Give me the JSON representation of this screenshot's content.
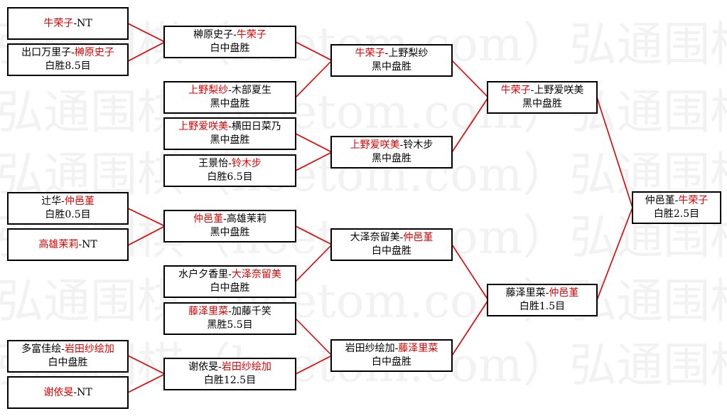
{
  "watermark": "弘通围棋（hoetom.com）弘通围棋（hoetom.com）",
  "colors": {
    "winner": "#e00000",
    "line": "#e00000",
    "text": "#000000"
  },
  "round1": [
    {
      "a": "牛荣子",
      "b": "NT",
      "winner": "a",
      "result": ""
    },
    {
      "a": "出口万里子",
      "b": "榊原史子",
      "winner": "b",
      "result": "白胜8.5目"
    },
    {
      "a": "辻华",
      "b": "仲邑堇",
      "winner": "b",
      "result": "白胜0.5目"
    },
    {
      "a": "高雄茉莉",
      "b": "NT",
      "winner": "a",
      "result": ""
    },
    {
      "a": "多富佳绘",
      "b": "岩田纱绘加",
      "winner": "b",
      "result": "白中盘胜"
    },
    {
      "a": "谢依旻",
      "b": "NT",
      "winner": "a",
      "result": ""
    }
  ],
  "round2": [
    {
      "a": "榊原史子",
      "b": "牛荣子",
      "winner": "b",
      "result": "白中盘胜"
    },
    {
      "a": "上野梨纱",
      "b": "木部夏生",
      "winner": "a",
      "result": "黑中盘胜"
    },
    {
      "a": "上野爱咲美",
      "b": "横田日菜乃",
      "winner": "a",
      "result": "黑中盘胜"
    },
    {
      "a": "王景怡",
      "b": "铃木步",
      "winner": "b",
      "result": "白胜6.5目"
    },
    {
      "a": "仲邑堇",
      "b": "高雄茉莉",
      "winner": "a",
      "result": "黑中盘胜"
    },
    {
      "a": "水户夕香里",
      "b": "大泽奈留美",
      "winner": "b",
      "result": "白中盘胜"
    },
    {
      "a": "藤泽里菜",
      "b": "加藤千笑",
      "winner": "a",
      "result": "黑胜5.5目"
    },
    {
      "a": "谢依旻",
      "b": "岩田纱绘加",
      "winner": "b",
      "result": "白胜12.5目"
    }
  ],
  "round3": [
    {
      "a": "牛荣子",
      "b": "上野梨纱",
      "winner": "a",
      "result": "黑中盘胜"
    },
    {
      "a": "上野爱咲美",
      "b": "铃木步",
      "winner": "a",
      "result": "黑中盘胜"
    },
    {
      "a": "大泽奈留美",
      "b": "仲邑堇",
      "winner": "b",
      "result": "白中盘胜"
    },
    {
      "a": "岩田纱绘加",
      "b": "藤泽里菜",
      "winner": "b",
      "result": "白中盘胜"
    }
  ],
  "round4": [
    {
      "a": "牛荣子",
      "b": "上野爱咲美",
      "winner": "a",
      "result": "黑中盘胜"
    },
    {
      "a": "藤泽里菜",
      "b": "仲邑堇",
      "winner": "b",
      "result": "白胜1.5目"
    }
  ],
  "final": [
    {
      "a": "仲邑堇",
      "b": "牛荣子",
      "winner": "b",
      "result": "白胜2.5目"
    }
  ]
}
